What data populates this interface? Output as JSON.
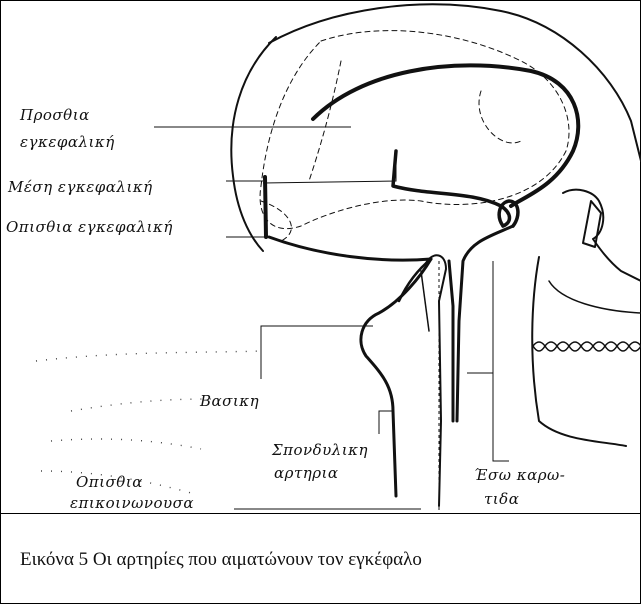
{
  "figure": {
    "labels": {
      "anterior_line1": "Προσθια",
      "anterior_line2": "εγκεφαλική",
      "middle": "Μέση εγκεφαλική",
      "posterior": "Οπισθια εγκεφαλική",
      "basilar": "Βασικη",
      "vertebral_line1": "Σπονδυλικη",
      "vertebral_line2": "αρτηρια",
      "posterior_comm_line1": "Οπισθια",
      "posterior_comm_line2": "επικοινωνουσα",
      "internal_carotid_line1": "Έσω καρω-",
      "internal_carotid_line2": "τιδα"
    }
  },
  "caption": "Εικόνα 5 Οι αρτηρίες που αιματώνουν τον εγκέφαλο",
  "colors": {
    "line": "#111111",
    "background": "#ffffff"
  }
}
